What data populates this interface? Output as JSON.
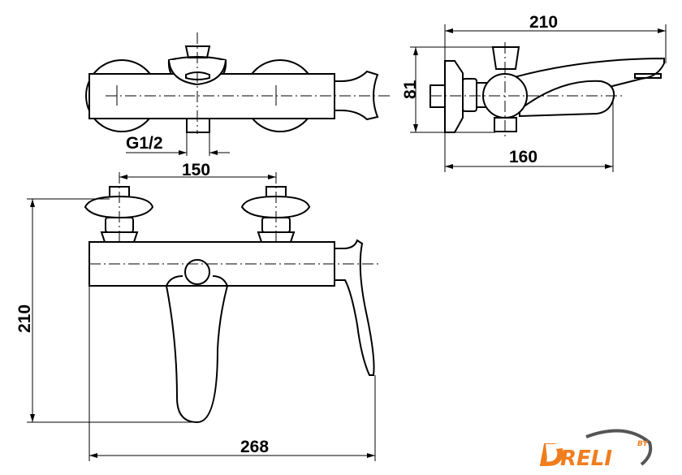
{
  "dimensions": {
    "top_view_thread": "G1/2",
    "side_overall_length": "210",
    "side_height": "81",
    "side_depth": "160",
    "front_center_distance": "150",
    "front_height": "210",
    "front_width": "268"
  },
  "logo": {
    "text": "DRELI",
    "suffix": "BY",
    "color": "#f07d1e",
    "swoosh_color": "#555555"
  }
}
